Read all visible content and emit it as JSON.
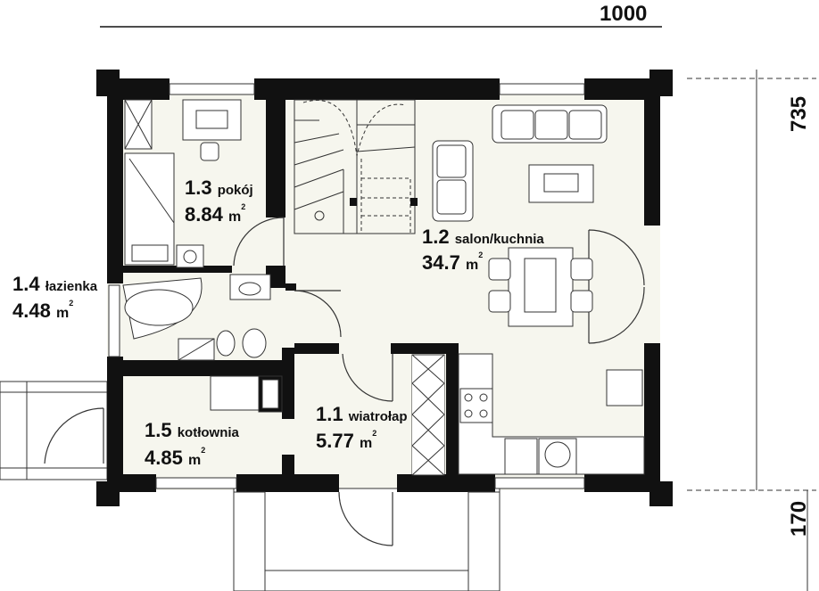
{
  "dimensions": {
    "width_total": "1000",
    "depth_main": "735",
    "depth_porch": "170"
  },
  "rooms": [
    {
      "id": "1.1",
      "name": "wiatrołap",
      "area": "5.77",
      "unit": "m",
      "unit_exp": "2"
    },
    {
      "id": "1.2",
      "name": "salon/kuchnia",
      "area": "34.7",
      "unit": "m",
      "unit_exp": "2"
    },
    {
      "id": "1.3",
      "name": "pokój",
      "area": "8.84",
      "unit": "m",
      "unit_exp": "2"
    },
    {
      "id": "1.4",
      "name": "łazienka",
      "area": "4.48",
      "unit": "m",
      "unit_exp": "2"
    },
    {
      "id": "1.5",
      "name": "kotłownia",
      "area": "4.85",
      "unit": "m",
      "unit_exp": "2"
    }
  ],
  "colors": {
    "wall": "#111111",
    "floor": "#f6f6ee",
    "line": "#333333"
  }
}
